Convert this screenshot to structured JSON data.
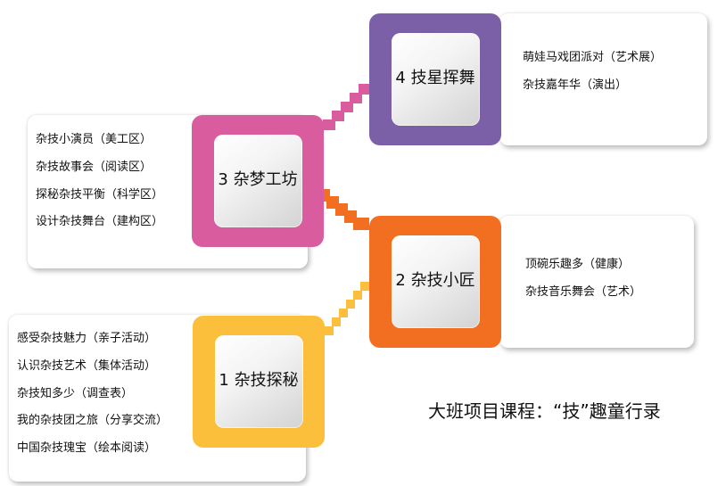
{
  "title": "大班项目课程：“技”趣童行录",
  "colors": {
    "stage1": "#fbbf3c",
    "stage2": "#f26f22",
    "stage3": "#d95d9e",
    "stage4": "#7b5fa7"
  },
  "stages": [
    {
      "label": "1 杂技探秘",
      "items": [
        "感受杂技魅力（亲子活动）",
        "认识杂技艺术（集体活动）",
        "杂技知多少（调查表）",
        "我的杂技团之旅（分享交流）",
        "中国杂技瑰宝（绘本阅读）"
      ]
    },
    {
      "label": "2 杂技小匠",
      "items": [
        "顶碗乐趣多（健康）",
        "杂技音乐舞会（艺术）"
      ]
    },
    {
      "label": "3 杂梦工坊",
      "items": [
        "杂技小演员（美工区）",
        "杂技故事会（阅读区）",
        "探秘杂技平衡（科学区）",
        "设计杂技舞台（建构区）"
      ]
    },
    {
      "label": "4 技星挥舞",
      "items": [
        "萌娃马戏团派对（艺术展）",
        "杂技嘉年华（演出）"
      ]
    }
  ]
}
